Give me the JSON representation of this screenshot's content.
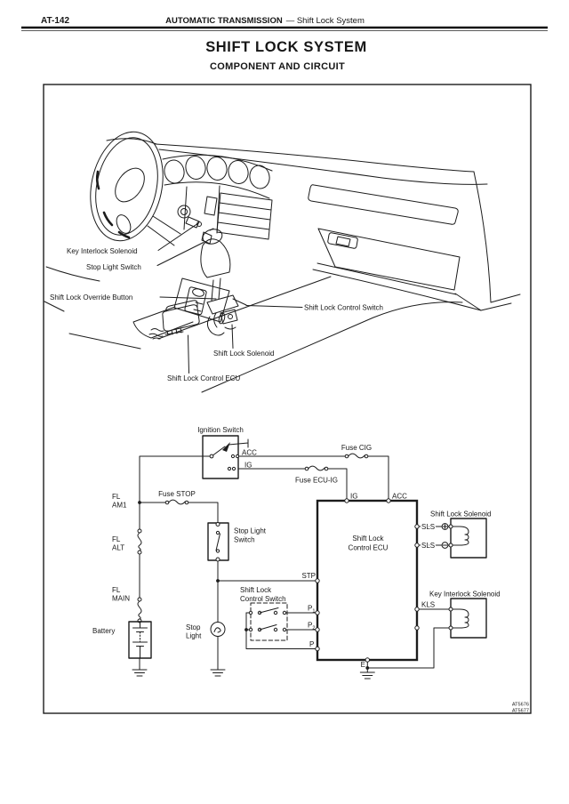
{
  "header": {
    "page_code": "AT-142",
    "section_title": "AUTOMATIC TRANSMISSION",
    "section_subtitle": "— Shift Lock System"
  },
  "title": "SHIFT LOCK SYSTEM",
  "subtitle": "COMPONENT AND CIRCUIT",
  "figure_codes": {
    "first": "AT5676",
    "second": "AT5677"
  },
  "component_labels": {
    "key_interlock_solenoid": "Key Interlock Solenoid",
    "stop_light_switch": "Stop Light Switch",
    "shift_lock_override_button": "Shift Lock Override Button",
    "shift_lock_control_switch": "Shift Lock Control Switch",
    "shift_lock_solenoid": "Shift Lock Solenoid",
    "shift_lock_control_ecu": "Shift Lock Control ECU"
  },
  "circuit": {
    "ignition_switch": "Ignition Switch",
    "acc": "ACC",
    "ig": "IG",
    "fuse_cig": "Fuse CIG",
    "fuse_ecu_ig": "Fuse ECU-IG",
    "fuse_stop": "Fuse STOP",
    "fl": "FL",
    "am1": "AM1",
    "alt": "ALT",
    "main": "MAIN",
    "battery": "Battery",
    "stop_light_switch_1": "Stop Light",
    "stop_light_switch_2": "Switch",
    "stop_1": "Stop",
    "stop_2": "Light",
    "control_switch_1": "Shift Lock",
    "control_switch_2": "Control Switch",
    "ecu_1": "Shift Lock",
    "ecu_2": "Control ECU",
    "stp": "STP",
    "p": "P",
    "sub1": "1",
    "sub2": "2",
    "e": "E",
    "sls": "SLS",
    "kls": "KLS",
    "shift_lock_solenoid": "Shift Lock Solenoid",
    "key_interlock_solenoid": "Key Interlock Solenoid"
  }
}
